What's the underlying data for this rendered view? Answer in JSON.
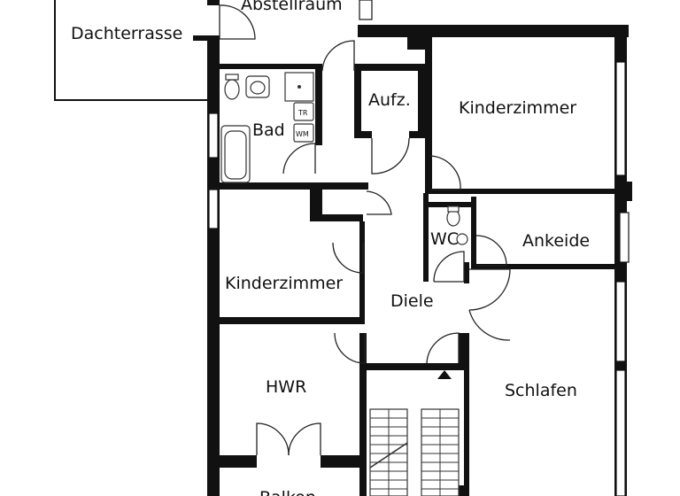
{
  "rooms": {
    "dachterrasse": "Dachterrasse",
    "abstellraum": "Abstellraum",
    "bad": "Bad",
    "aufzug": "Aufz.",
    "kinderzimmer_top": "Kinderzimmer",
    "wc": "WC",
    "ankeide": "Ankeide",
    "kinderzimmer_left": "Kinderzimmer",
    "diele": "Diele",
    "hwr": "HWR",
    "schlafen": "Schlafen",
    "balkon": "Balkon"
  },
  "fixtures": {
    "dryer": "TR",
    "washer": "WM"
  },
  "colors": {
    "wall": "#111111",
    "background": "#ffffff"
  }
}
